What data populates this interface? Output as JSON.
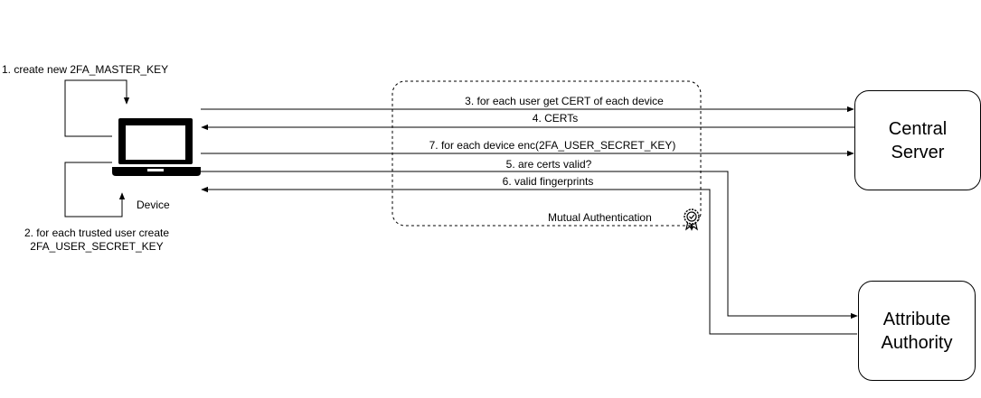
{
  "device": {
    "label": "Device"
  },
  "self_loops": {
    "top": "1. create new 2FA_MASTER_KEY",
    "bottom_line1": "2. for each trusted user create",
    "bottom_line2": "2FA_USER_SECRET_KEY"
  },
  "messages": {
    "m3": "3. for each user get CERT of each device",
    "m4": "4. CERTs",
    "m7": "7. for each device enc(2FA_USER_SECRET_KEY)",
    "m5": "5. are certs valid?",
    "m6": "6. valid fingerprints"
  },
  "mutual_auth": {
    "label": "Mutual Authentication",
    "icon": "certificate-badge-icon"
  },
  "central_server": {
    "line1": "Central",
    "line2": "Server"
  },
  "attribute_authority": {
    "line1": "Attribute",
    "line2": "Authority"
  }
}
